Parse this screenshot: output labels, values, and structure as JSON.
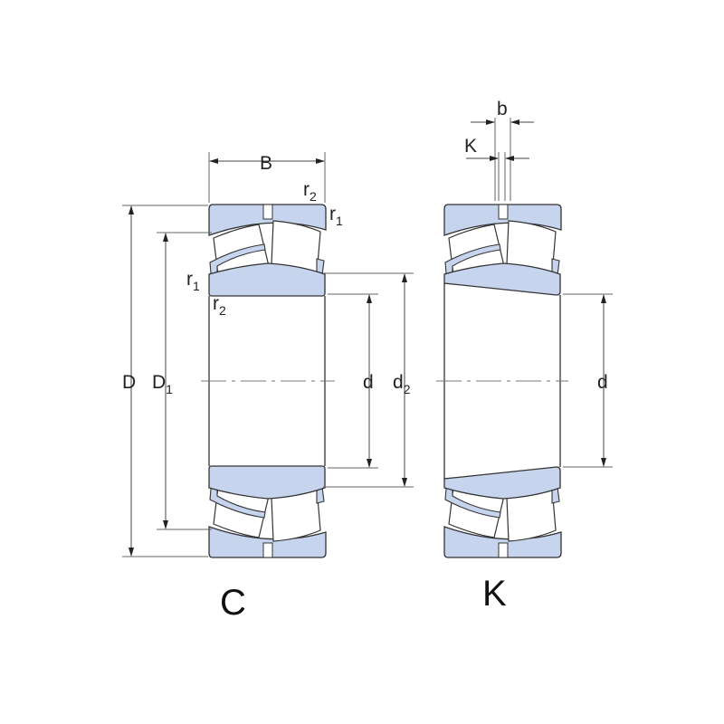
{
  "variants": [
    {
      "label": "C"
    },
    {
      "label": "K"
    }
  ],
  "dimensions": {
    "B": "B",
    "D": "D",
    "D1": {
      "main": "D",
      "sub": "1"
    },
    "d": "d",
    "d2": {
      "main": "d",
      "sub": "2"
    },
    "r1": {
      "main": "r",
      "sub": "1"
    },
    "r2": {
      "main": "r",
      "sub": "2"
    },
    "b": "b",
    "K": "K"
  },
  "colors": {
    "ring_fill": "#c6d4ee",
    "outline": "#333333"
  }
}
